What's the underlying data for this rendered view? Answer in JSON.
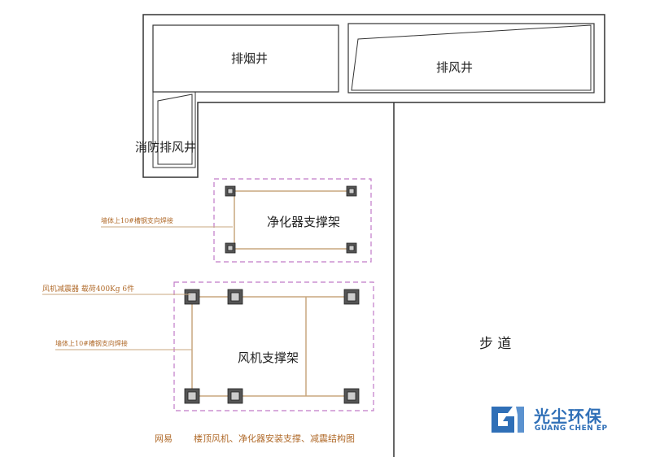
{
  "labels": {
    "smoke_shaft": "排烟井",
    "exhaust_shaft": "排风井",
    "fire_exhaust_shaft": "消防排风井",
    "purifier_frame": "净化器支撑架",
    "fan_frame": "风机支撑架",
    "walkway": "步  道"
  },
  "notes": {
    "purifier_weld": "墙体上10#槽钢支向焊接",
    "fan_damper": "风机减震器  载荷400Kg  6件",
    "fan_weld": "墙体上10#槽钢支向焊接",
    "caption_prefix": "网易",
    "caption": "楼顶风机、净化器安装支撑、减震结构图"
  },
  "logo": {
    "name_cn": "光尘环保",
    "name_en": "GUANG CHEN EP"
  },
  "colors": {
    "line": "#333333",
    "dashed_frame": "#c07ac8",
    "brace": "#c9a77f",
    "note": "#b06a2a",
    "brand": "#2f6fb7"
  }
}
